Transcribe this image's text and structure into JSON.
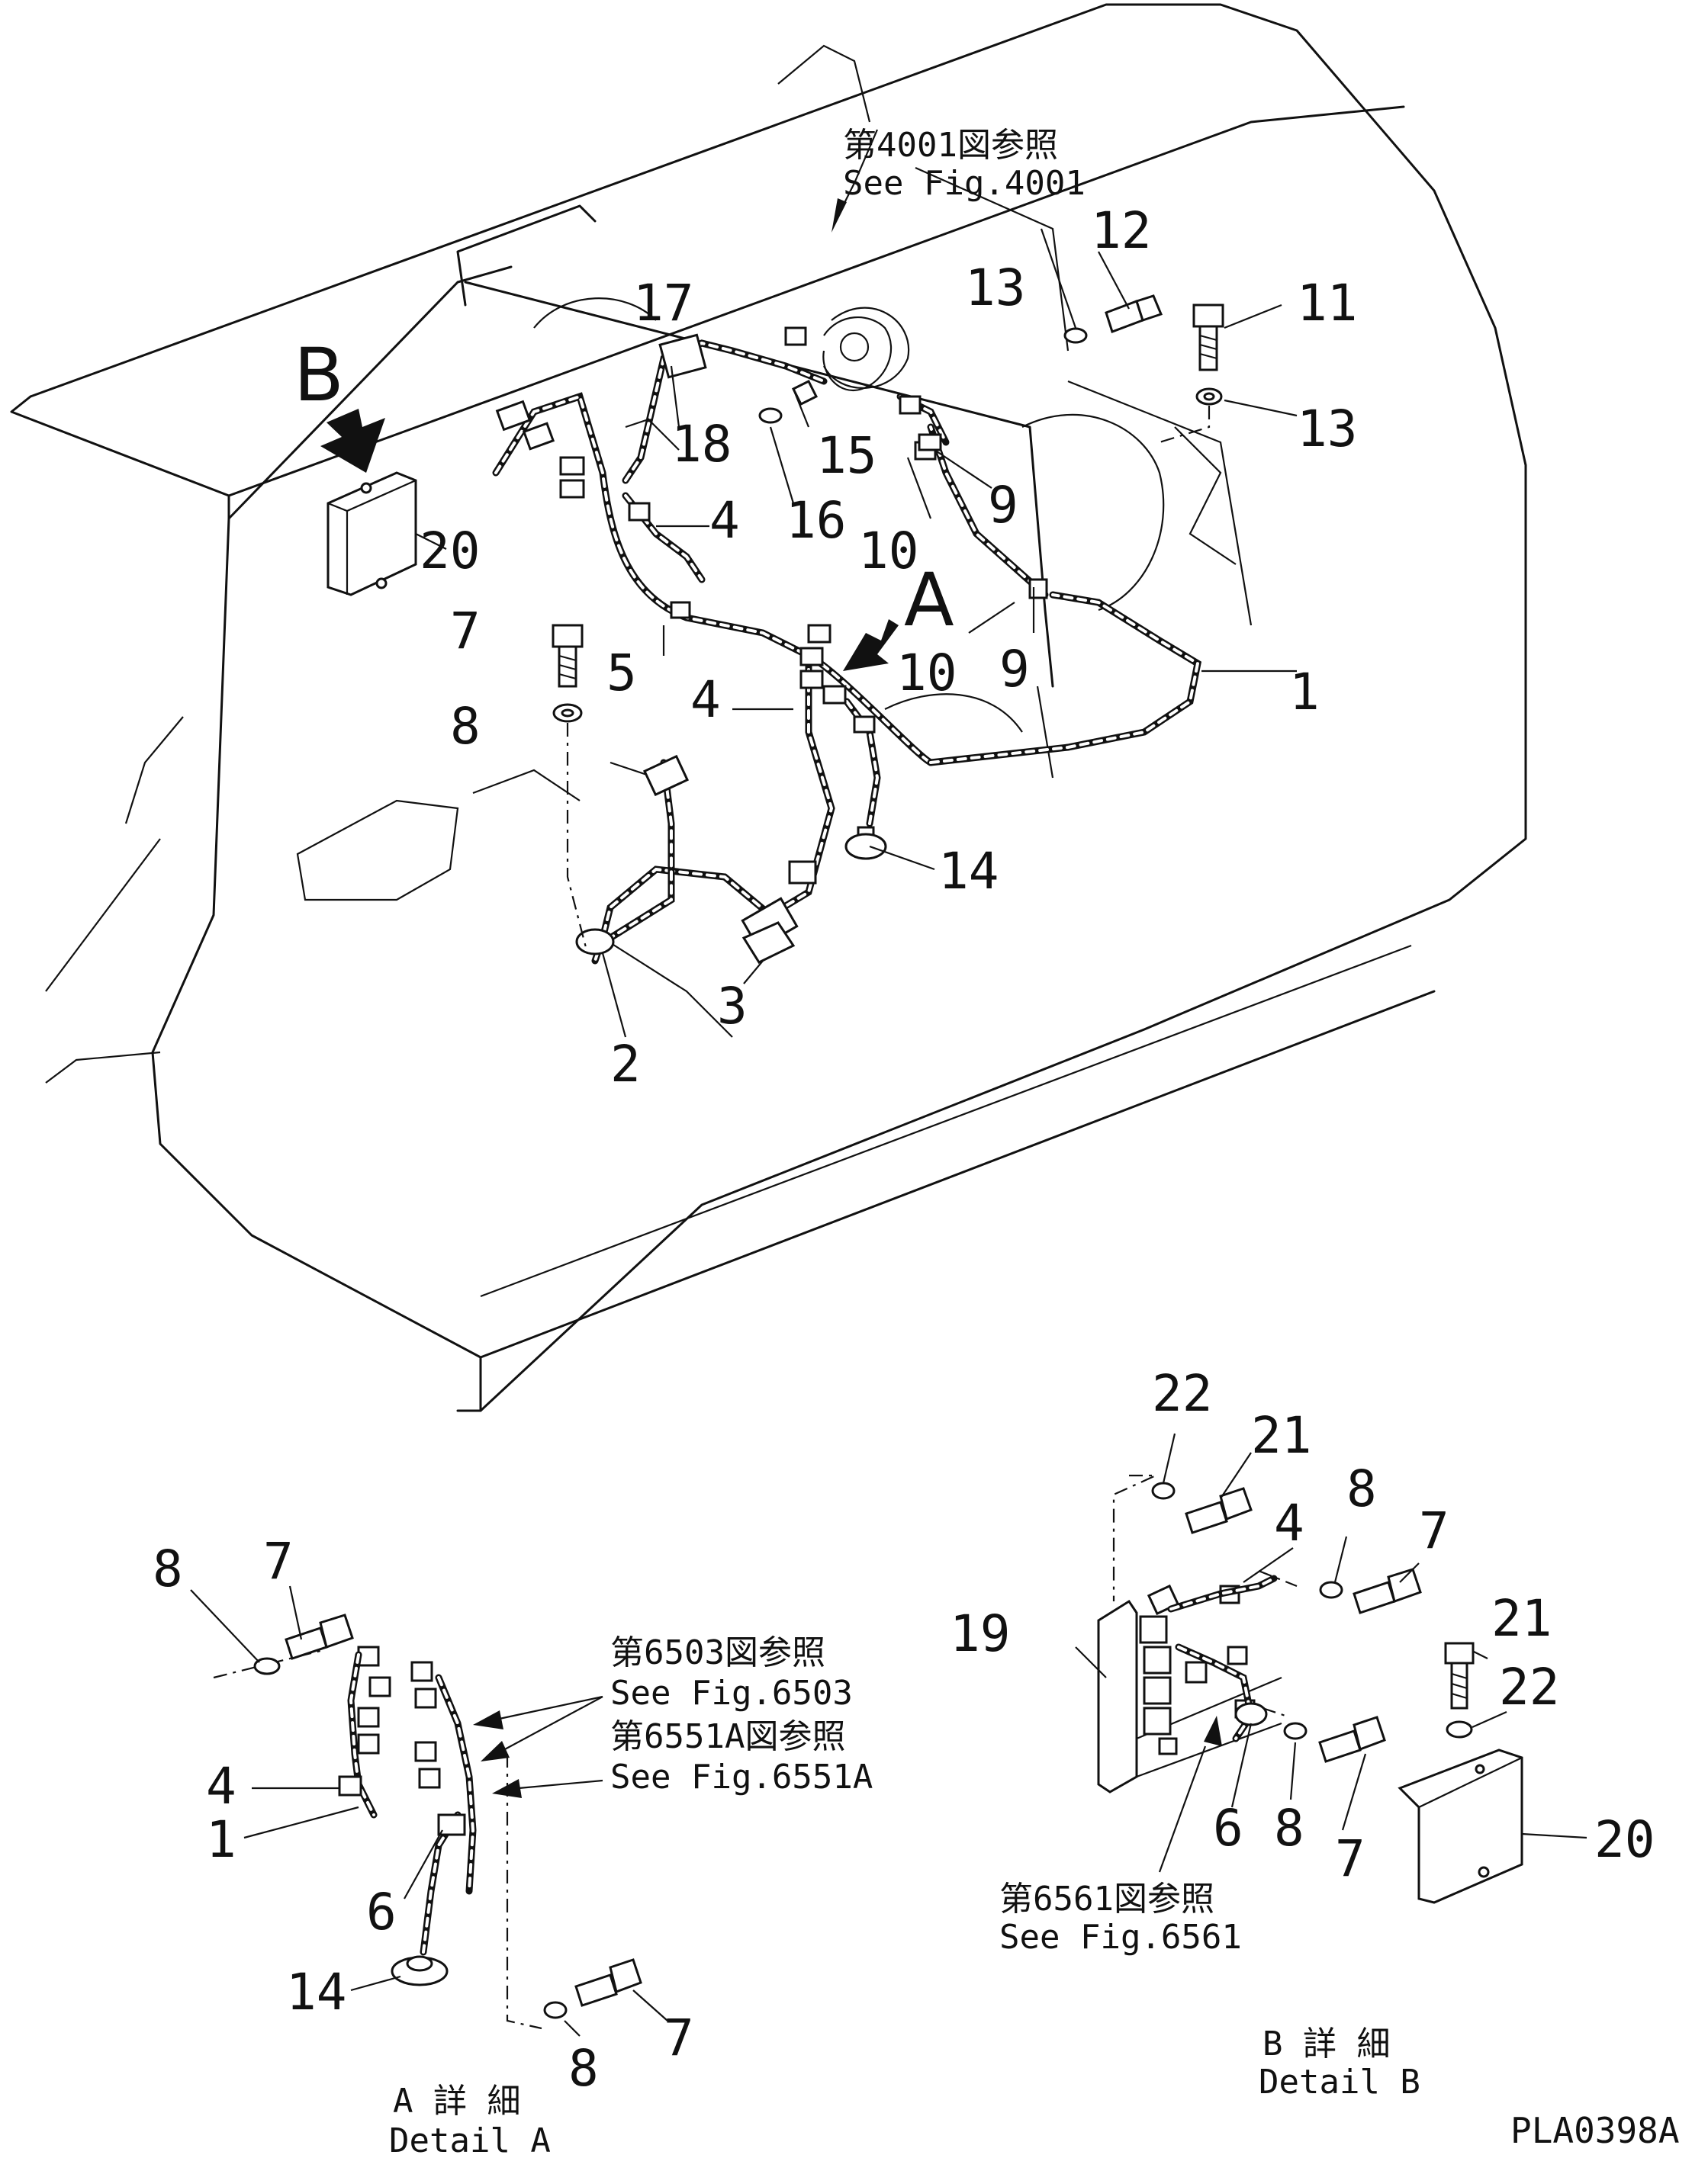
{
  "refs": {
    "r4001_jp": "第4001図参照",
    "r4001_en": "See Fig.4001",
    "r6503_jp": "第6503図参照",
    "r6503_en": "See Fig.6503",
    "r6551_jp": "第6551A図参照",
    "r6551_en": "See Fig.6551A",
    "r6561_jp": "第6561図参照",
    "r6561_en": "See Fig.6561"
  },
  "views": {
    "a": "A",
    "b": "B"
  },
  "captions": {
    "detail_a_jp": "A 詳 細",
    "detail_a_en": "Detail A",
    "detail_b_jp": "B 詳 細",
    "detail_b_en": "Detail B"
  },
  "drawing_code": "PLA0398A",
  "main_callouts": [
    "1",
    "2",
    "3",
    "4",
    "4",
    "5",
    "7",
    "8",
    "9",
    "9",
    "10",
    "10",
    "11",
    "12",
    "13",
    "13",
    "14",
    "15",
    "16",
    "17",
    "18",
    "20"
  ],
  "detail_a_callouts": [
    "1",
    "4",
    "6",
    "7",
    "7",
    "8",
    "8",
    "14"
  ],
  "detail_b_callouts": [
    "4",
    "6",
    "7",
    "7",
    "8",
    "8",
    "19",
    "20",
    "21",
    "21",
    "22",
    "22"
  ]
}
